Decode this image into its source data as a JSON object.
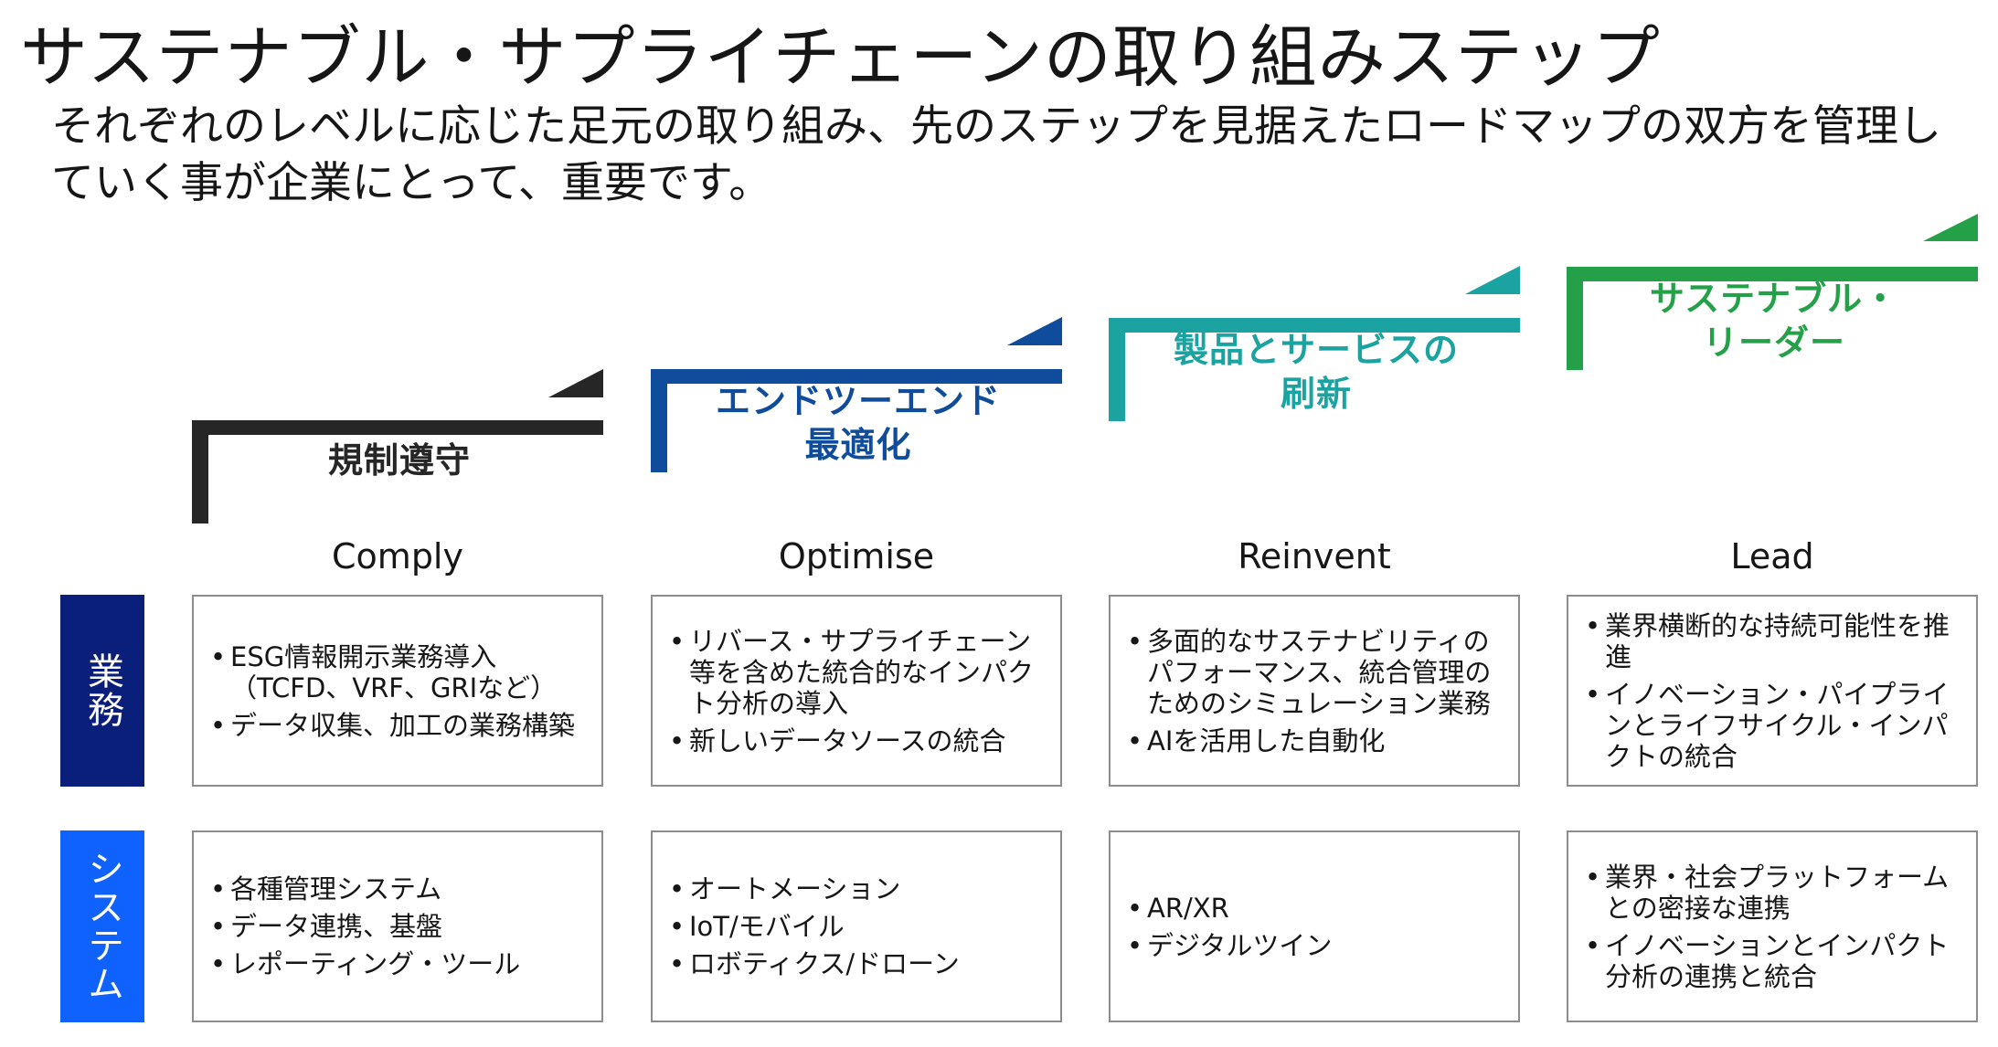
{
  "header": {
    "title": "サステナブル・サプライチェーンの取り組みステップ",
    "subtitle": "それぞれのレベルに応じた足元の取り組み、先のステップを見据えたロードマップの双方を管理していく事が企業にとって、重要です。"
  },
  "colors": {
    "stage1": "#262626",
    "stage2": "#0f4c9c",
    "stage3": "#1aa3a0",
    "stage4": "#24a148",
    "row_business": "#0a1f7a",
    "row_system": "#0f62fe"
  },
  "stages": [
    {
      "title": "規制遵守",
      "name": "Comply",
      "business": [
        "ESG情報開示業務導入（TCFD、VRF、GRIなど）",
        "データ収集、加工の業務構築"
      ],
      "system": [
        "各種管理システム",
        "データ連携、基盤",
        "レポーティング・ツール"
      ]
    },
    {
      "title": "エンドツーエンド\n最適化",
      "name": "Optimise",
      "business": [
        "リバース・サプライチェーン等を含めた統合的なインパクト分析の導入",
        "新しいデータソースの統合"
      ],
      "system": [
        "オートメーション",
        "IoT/モバイル",
        "ロボティクス/ドローン"
      ]
    },
    {
      "title": "製品とサービスの\n刷新",
      "name": "Reinvent",
      "business": [
        "多面的なサステナビリティのパフォーマンス、統合管理のためのシミュレーション業務",
        "AIを活用した自動化"
      ],
      "system": [
        "AR/XR",
        "デジタルツイン"
      ]
    },
    {
      "title": "サステナブル・\nリーダー",
      "name": "Lead",
      "business": [
        "業界横断的な持続可能性を推進",
        "イノベーション・パイプラインとライフサイクル・インパクトの統合"
      ],
      "system": [
        "業界・社会プラットフォームとの密接な連携",
        "イノベーションとインパクト分析の連携と統合"
      ]
    }
  ],
  "rows": {
    "business": "業務",
    "system": "システム"
  }
}
